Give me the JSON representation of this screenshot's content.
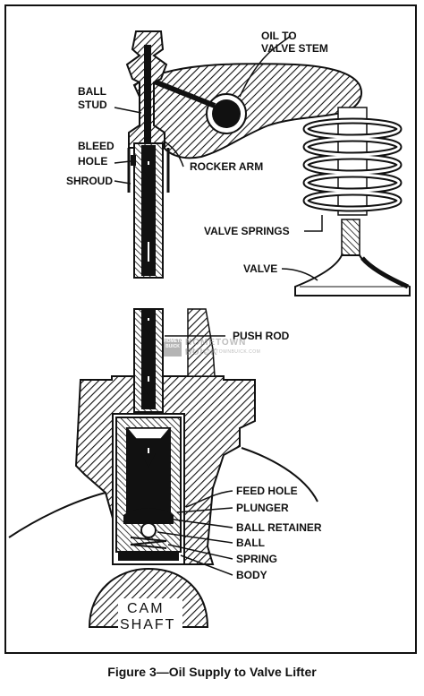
{
  "labels": {
    "oil_to_valve_stem_1": "OIL TO",
    "oil_to_valve_stem_2": "VALVE STEM",
    "ball_stud_1": "BALL",
    "ball_stud_2": "STUD",
    "bleed_hole_1": "BLEED",
    "bleed_hole_2": "HOLE",
    "shroud": "SHROUD",
    "rocker_arm": "ROCKER ARM",
    "valve_springs": "VALVE SPRINGS",
    "valve": "VALVE",
    "push_rod": "PUSH ROD",
    "feed_hole": "FEED HOLE",
    "plunger": "PLUNGER",
    "ball_retainer": "BALL RETAINER",
    "ball": "BALL",
    "spring": "SPRING",
    "body": "BODY",
    "cam_1": "CAM",
    "cam_2": "SHAFT"
  },
  "caption": "Figure 3—Oil Supply to Valve Lifter",
  "watermark": {
    "icon_text": "HOMETOWN BUICK",
    "line1": "HOMETOWN BUICK",
    "line2": "WWW.HOMETOWNBUICK.COM"
  }
}
